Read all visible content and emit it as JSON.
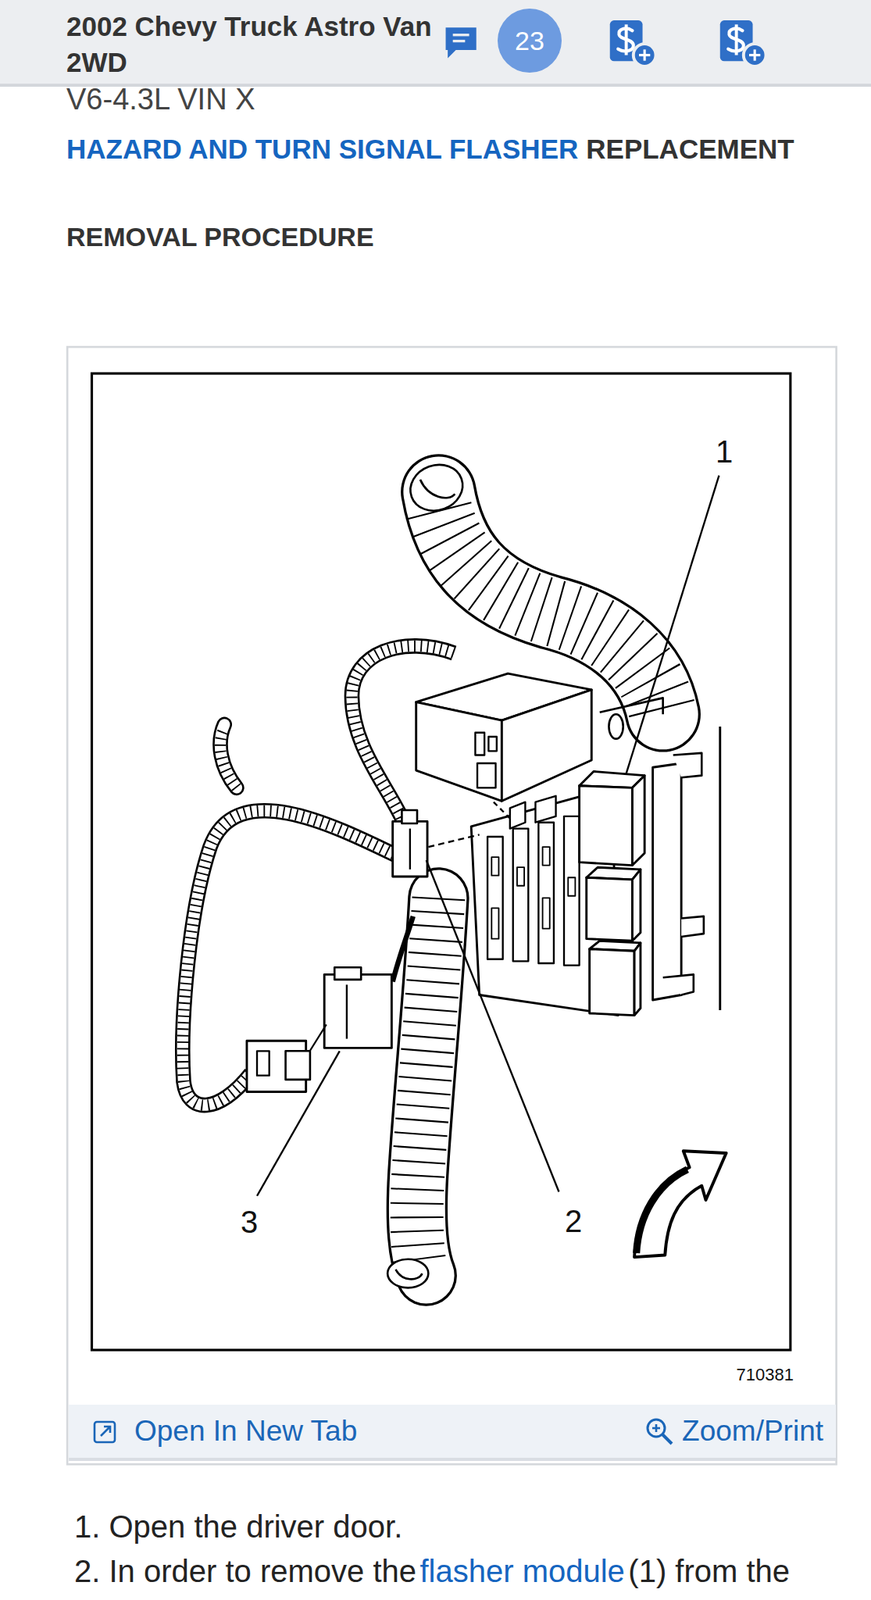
{
  "diagram": {
    "title": "2002 Chevy Truck Astro Van 2WD",
    "nodes": [
      {
        "text": [
          "23"
        ]
      },
      {
        "text": [
          "Open In New Tab",
          "Zoom/Print"
        ]
      }
    ],
    "labels": [
      "V6-4.3L VIN X",
      "HAZARD AND TURN SIGNAL FLASHER",
      "REPLACEMENT",
      "REMOVAL PROCEDURE",
      "1",
      "2",
      "3",
      "710381",
      "1. Open the driver door.",
      "2. In order to remove the",
      "flasher module",
      "(1) from the"
    ]
  }
}
